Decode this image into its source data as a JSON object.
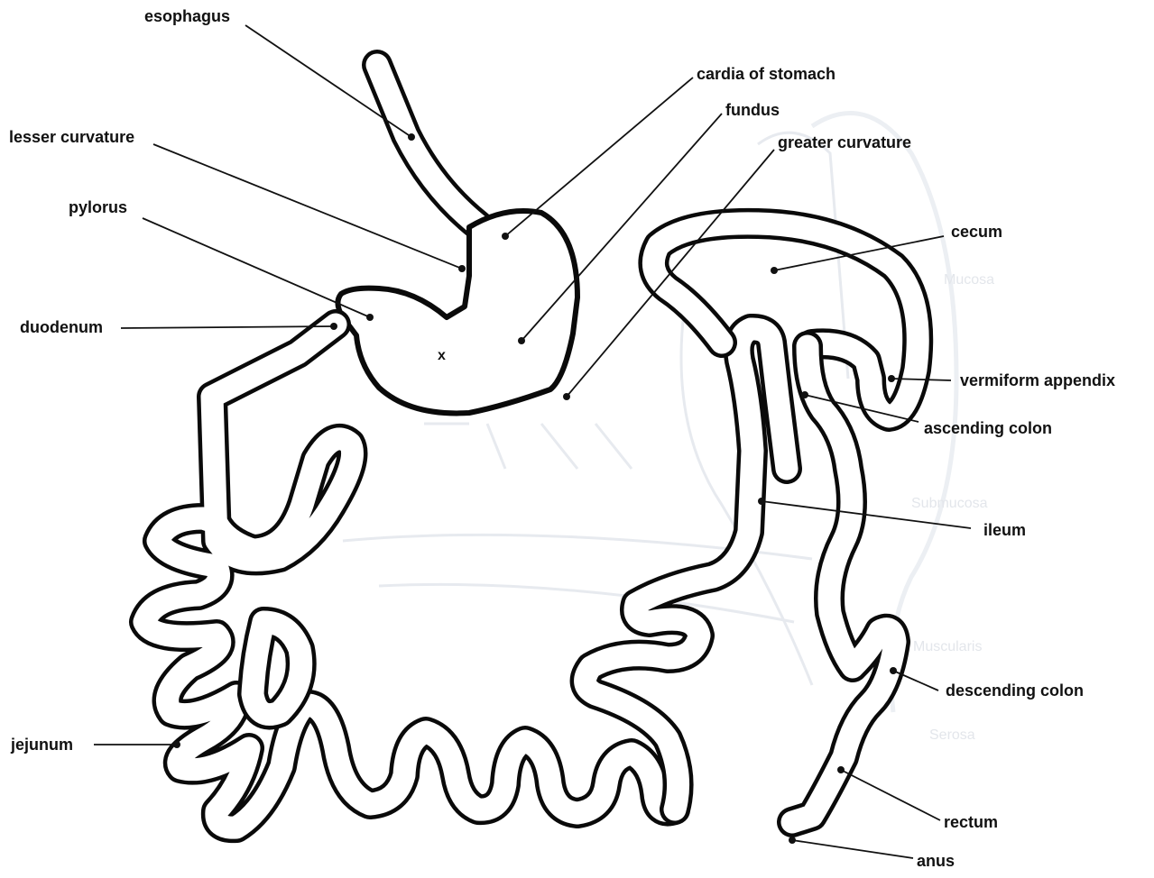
{
  "labels": {
    "esophagus": "esophagus",
    "cardia": "cardia of stomach",
    "fundus": "fundus",
    "greater_curvature": "greater curvature",
    "lesser_curvature": "lesser curvature",
    "pylorus": "pylorus",
    "duodenum": "duodenum",
    "cecum": "cecum",
    "vermiform_appendix": "vermiform appendix",
    "ascending_colon": "ascending colon",
    "ileum": "ileum",
    "descending_colon": "descending colon",
    "jejunum": "jejunum",
    "rectum": "rectum",
    "anus": "anus"
  },
  "marker": "x",
  "background_text": {
    "mucosa": "Mucosa",
    "submucosa": "Submucosa",
    "muscularis": "Muscularis",
    "serosa": "Serosa"
  }
}
